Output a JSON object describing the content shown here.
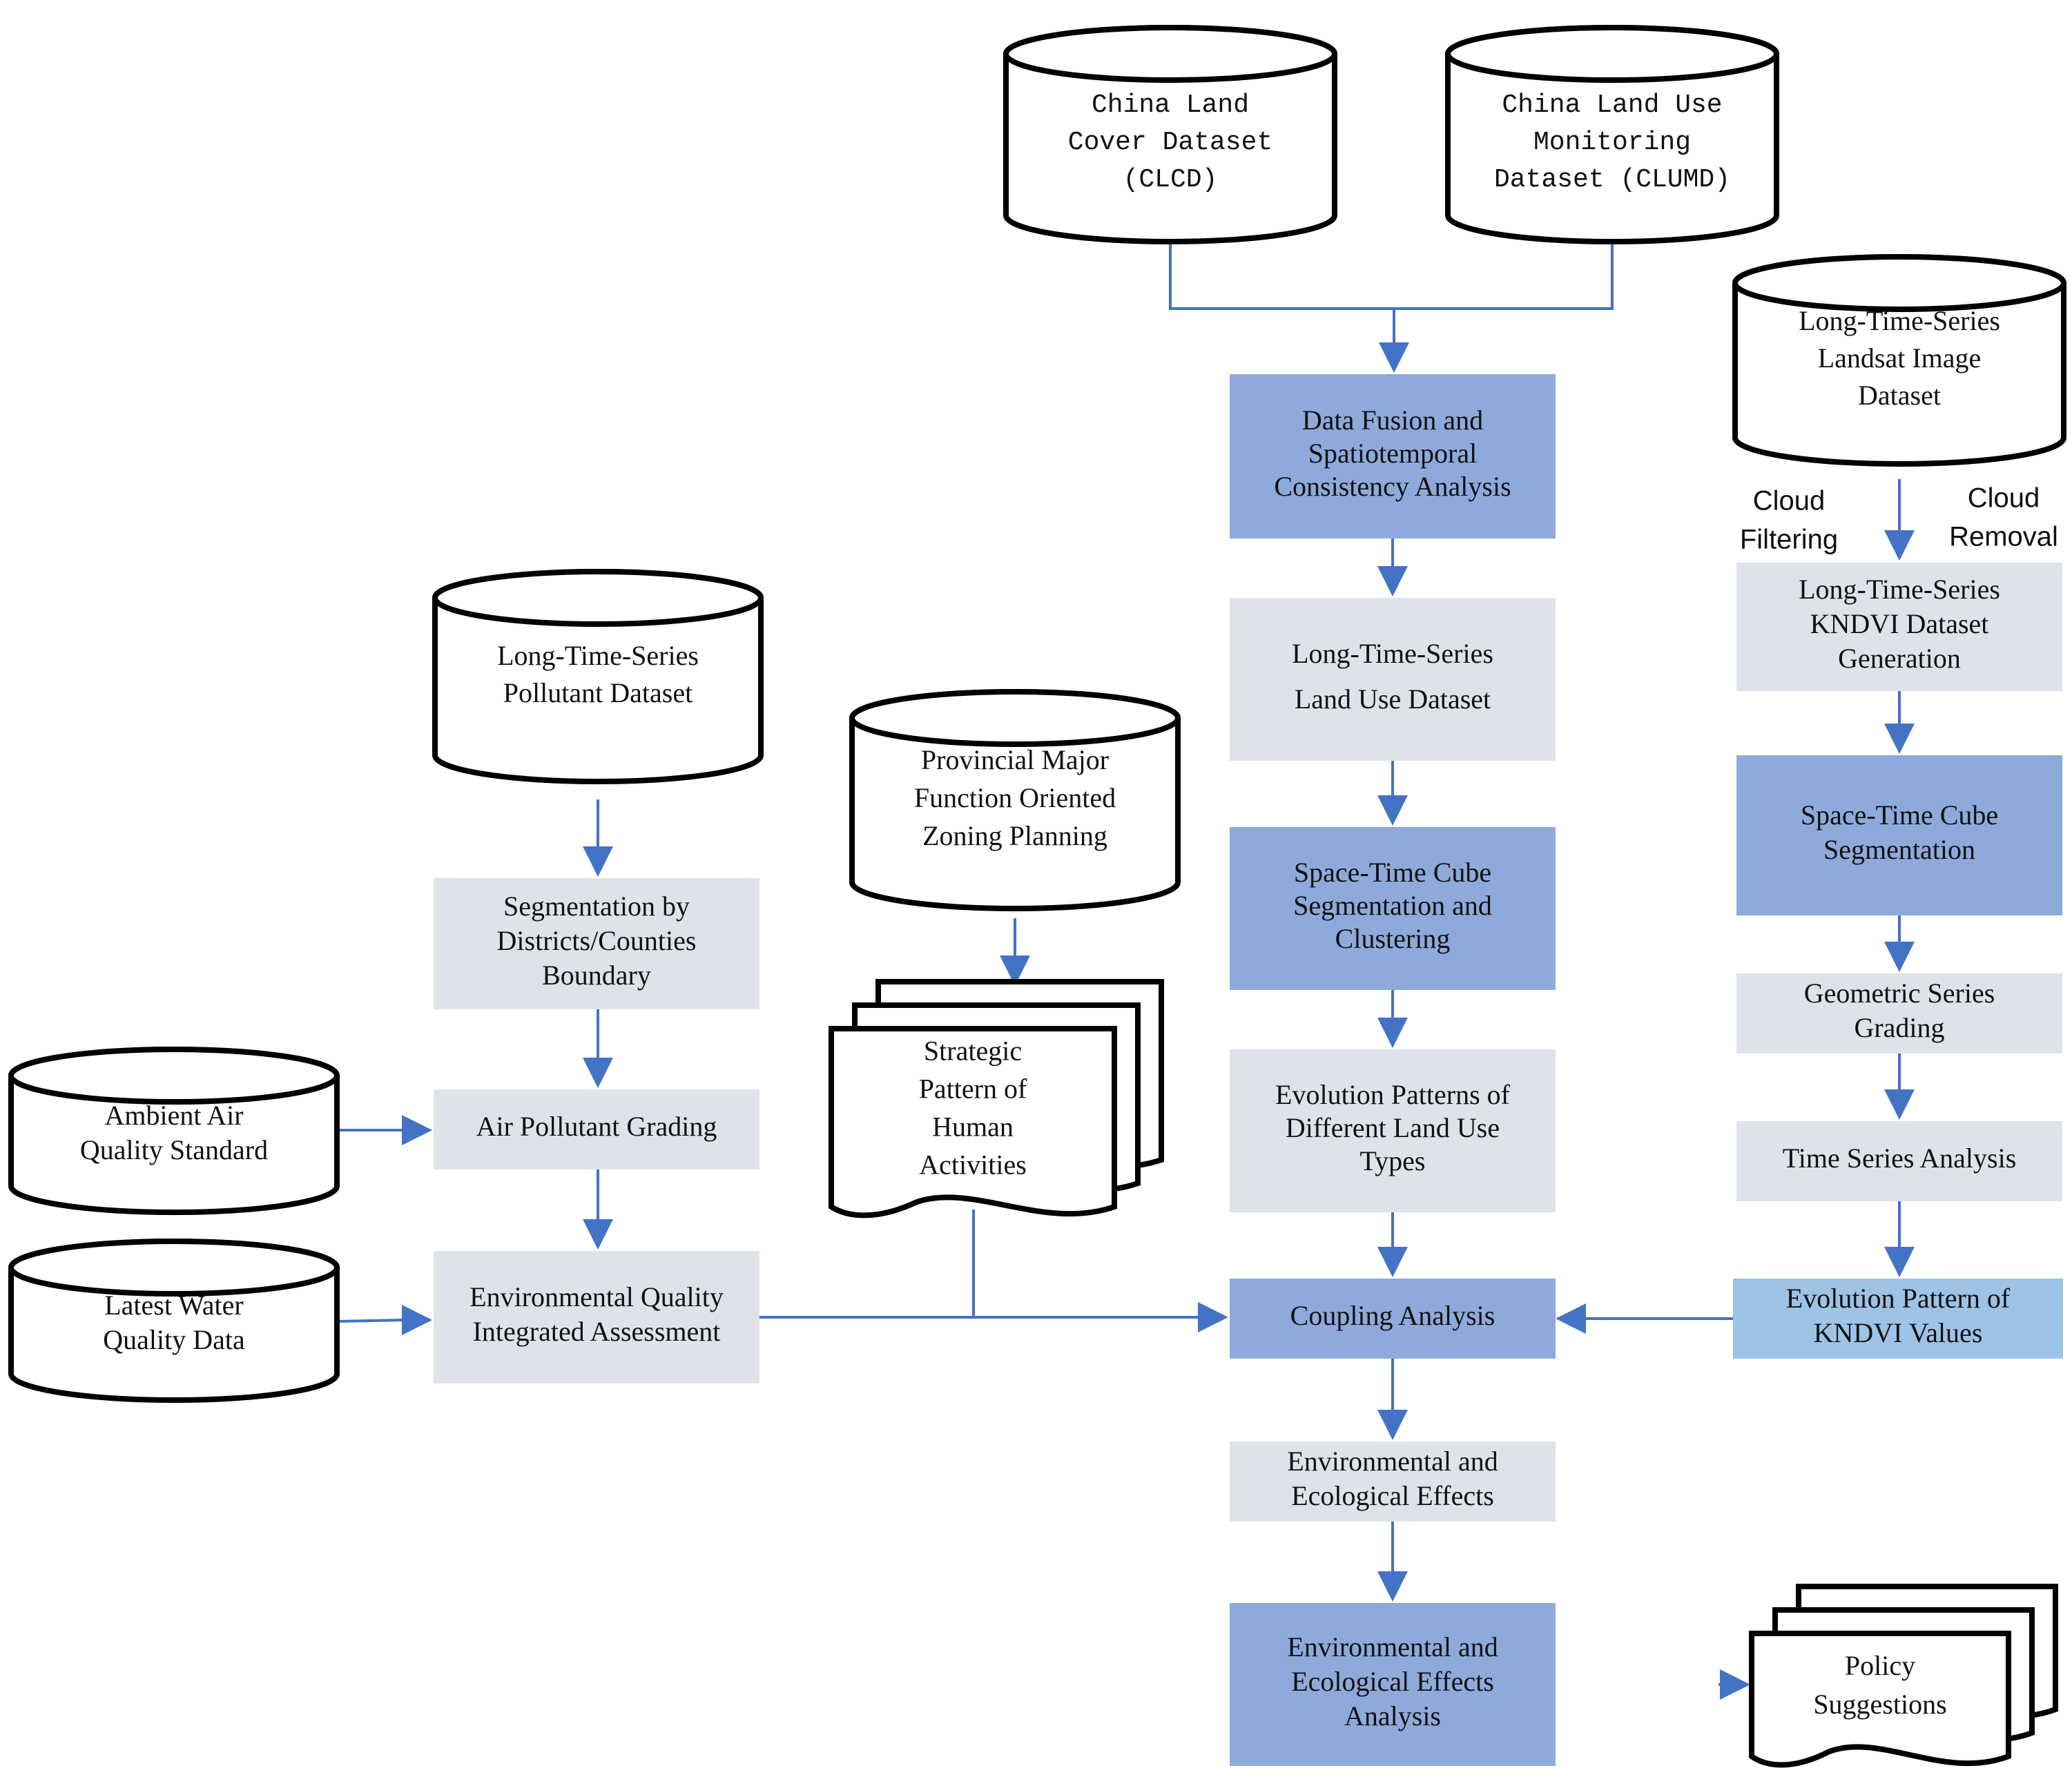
{
  "colors": {
    "dark_box": "#8eaadb",
    "light_box": "#dfe3e9",
    "mid_box": "#9dc3e6",
    "arrow": "#4472c4",
    "line": "#4472c4",
    "outline": "#000000"
  },
  "datasets": {
    "clcd": [
      "China Land",
      "Cover Dataset",
      "(CLCD)"
    ],
    "clumd": [
      "China Land Use",
      "Monitoring",
      "Dataset (CLUMD)"
    ],
    "landsat": [
      "Long-Time-Series",
      "Landsat Image",
      "Dataset"
    ],
    "pollutant": [
      "Long-Time-Series",
      "Pollutant Dataset"
    ],
    "zoning": [
      "Provincial Major",
      "Function Oriented",
      "Zoning Planning"
    ],
    "air_standard": [
      "Ambient Air",
      "Quality Standard"
    ],
    "water": [
      "Latest Water",
      "Quality Data"
    ]
  },
  "center": {
    "fusion": [
      "Data Fusion and",
      "Spatiotemporal",
      "Consistency Analysis"
    ],
    "land_use": [
      "Long-Time-Series",
      "Land Use Dataset"
    ],
    "cube": [
      "Space-Time Cube",
      "Segmentation and",
      "Clustering"
    ],
    "evolution": [
      "Evolution Patterns of",
      "Different Land Use",
      "Types"
    ],
    "coupling": [
      "Coupling Analysis"
    ],
    "effects": [
      "Environmental and",
      "Ecological Effects"
    ],
    "effects_analysis": [
      "Environmental and",
      "Ecological Effects",
      "Analysis"
    ]
  },
  "right": {
    "cloud_filtering": [
      "Cloud",
      "Filtering"
    ],
    "cloud_removal": [
      "Cloud",
      "Removal"
    ],
    "kndvi_gen": [
      "Long-Time-Series",
      "KNDVI Dataset",
      "Generation"
    ],
    "cube_seg": [
      "Space-Time Cube",
      "Segmentation"
    ],
    "geo_grading": [
      "Geometric Series",
      "Grading"
    ],
    "time_series": [
      "Time Series Analysis"
    ],
    "kndvi_evolution": [
      "Evolution Pattern of",
      "KNDVI Values"
    ]
  },
  "left": {
    "segmentation": [
      "Segmentation by",
      "Districts/Counties",
      "Boundary"
    ],
    "air_grading": [
      "Air Pollutant Grading"
    ],
    "env_quality": [
      "Environmental Quality",
      "Integrated Assessment"
    ]
  },
  "documents": {
    "strategic": [
      "Strategic",
      "Pattern of",
      "Human",
      "Activities"
    ],
    "policy": [
      "Policy",
      "Suggestions"
    ]
  }
}
